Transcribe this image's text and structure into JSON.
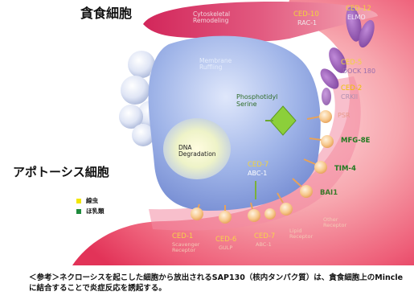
{
  "titles": {
    "phagocyte": "貪食細胞",
    "apoptotic": "アポトーシス細胞"
  },
  "cell_labels": {
    "cytoskeletal": [
      "Cytoskeletal",
      "Remodeling"
    ],
    "membrane": [
      "Membrane",
      "Ruffling"
    ],
    "phosphatidyl": [
      "Phosphotidyl",
      "Serine"
    ],
    "dna": [
      "DNA",
      "Degradation"
    ]
  },
  "proteins": {
    "ced10": "CED-10",
    "rac1": "RAC-1",
    "ced12": "CED-12",
    "elmo": "ELMO",
    "ced5": "CED-5",
    "dock180": "DOCK 180",
    "ced2": "CED-2",
    "crkii": "CRKII",
    "psr": "PSR",
    "mfg8e": "MFG-8E",
    "tim4": "TIM-4",
    "bai1": "BAI1",
    "ced7_top": "CED-7",
    "abc1_top": "ABC-1",
    "ced1": "CED-1",
    "ced1_sub": [
      "Scavenger",
      "Receptor"
    ],
    "ced6": "CED-6",
    "ced6_sub": "GULP",
    "ced7": "CED-7",
    "ced7_sub": "ABC-1",
    "lipid": [
      "Lipid",
      "Receptor"
    ],
    "other": [
      "Other",
      "Receptor"
    ]
  },
  "legend": [
    {
      "label": "線虫",
      "color": "#f2e600"
    },
    {
      "label": "ほ乳類",
      "color": "#1e8a3c"
    }
  ],
  "note": "＜参考＞ネクローシスを起こした細胞から放出されるSAP130（核内タンパク質）は、貪食細胞上のMincleに結合することで炎症反応を誘起する。",
  "colors": {
    "phagocyte": "#e8305c",
    "apoptotic_cell": "#a9bdeb",
    "receptor_ball": "#f5c27a",
    "elmo_purple": "#8a4fa8",
    "ps_green": "#8ccf3a"
  }
}
